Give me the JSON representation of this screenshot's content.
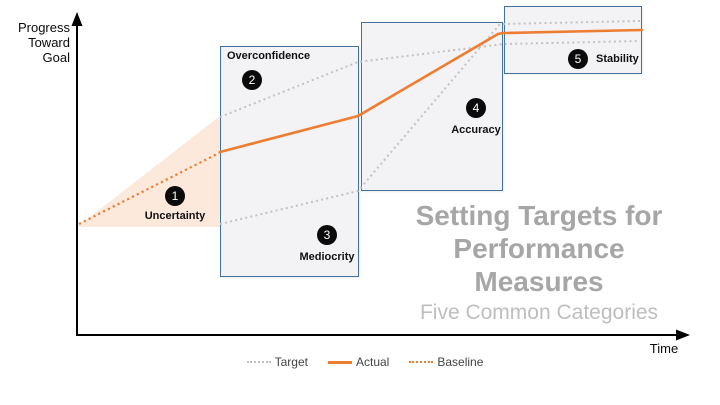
{
  "diagram": {
    "title_lines": [
      "Setting Targets for",
      "Performance",
      "Measures"
    ],
    "subtitle": "Five Common Categories",
    "y_axis_label_lines": [
      "Progress",
      "Toward",
      "Goal"
    ],
    "x_axis_label": "Time",
    "categories": [
      {
        "number": "1",
        "label": "Uncertainty"
      },
      {
        "number": "2",
        "label": "Overconfidence"
      },
      {
        "number": "3",
        "label": "Mediocrity"
      },
      {
        "number": "4",
        "label": "Accuracy"
      },
      {
        "number": "5",
        "label": "Stability"
      }
    ],
    "legend": [
      {
        "label": "Target",
        "style": "dotted",
        "color": "#BFBFBF"
      },
      {
        "label": "Actual",
        "style": "solid",
        "color": "#ED7D31"
      },
      {
        "label": "Baseline",
        "style": "dotted",
        "color": "#ED7D31"
      }
    ],
    "colors": {
      "actual_line": "#ED7D31",
      "baseline_line": "#ED7D31",
      "target_line": "#C2C2C2",
      "box_border": "#41719C",
      "box_fill": "#F2F2F4",
      "uncertainty_fill": "#FBE5D6",
      "title_text": "#A6A6A6",
      "subtitle_text": "#BEBEBE",
      "marker_fill": "#0B0B0B",
      "axis": "#000000"
    }
  }
}
